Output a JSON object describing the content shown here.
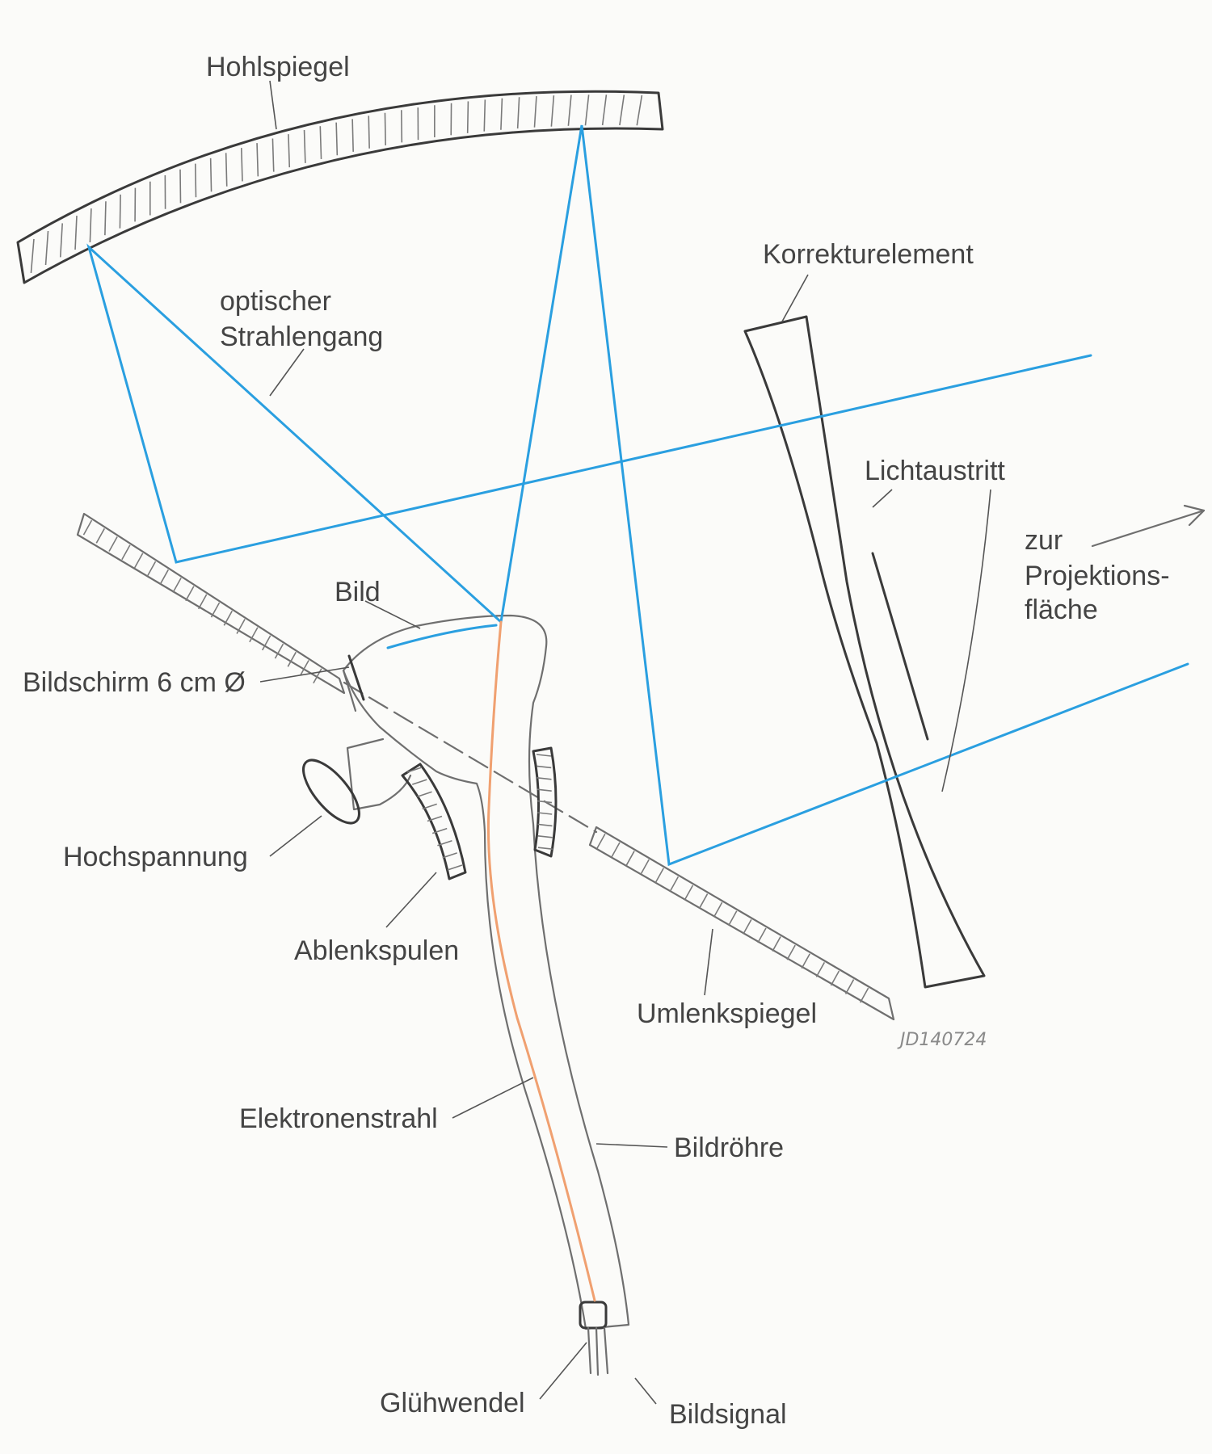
{
  "colors": {
    "ray": "#2a9fe0",
    "beam": "#f0a070",
    "pencil": "#6f6f6f",
    "background": "#fbfbf9"
  },
  "labels": {
    "hohlspiegel": "Hohlspiegel",
    "optischer": "optischer",
    "strahlengang": "Strahlengang",
    "korrekturelement": "Korrekturelement",
    "lichtaustritt": "Lichtaustritt",
    "zur": "zur",
    "projektions": "Projektions-",
    "flaeche": "fläche",
    "bild": "Bild",
    "bildschirm": "Bildschirm 6 cm Ø",
    "hochspannung": "Hochspannung",
    "ablenkspulen": "Ablenkspulen",
    "umlenkspiegel": "Umlenkspiegel",
    "elektronenstrahl": "Elektronenstrahl",
    "bildroehre": "Bildröhre",
    "gluehwendel": "Glühwendel",
    "bildsignal": "Bildsignal"
  },
  "signature": "JD140724"
}
